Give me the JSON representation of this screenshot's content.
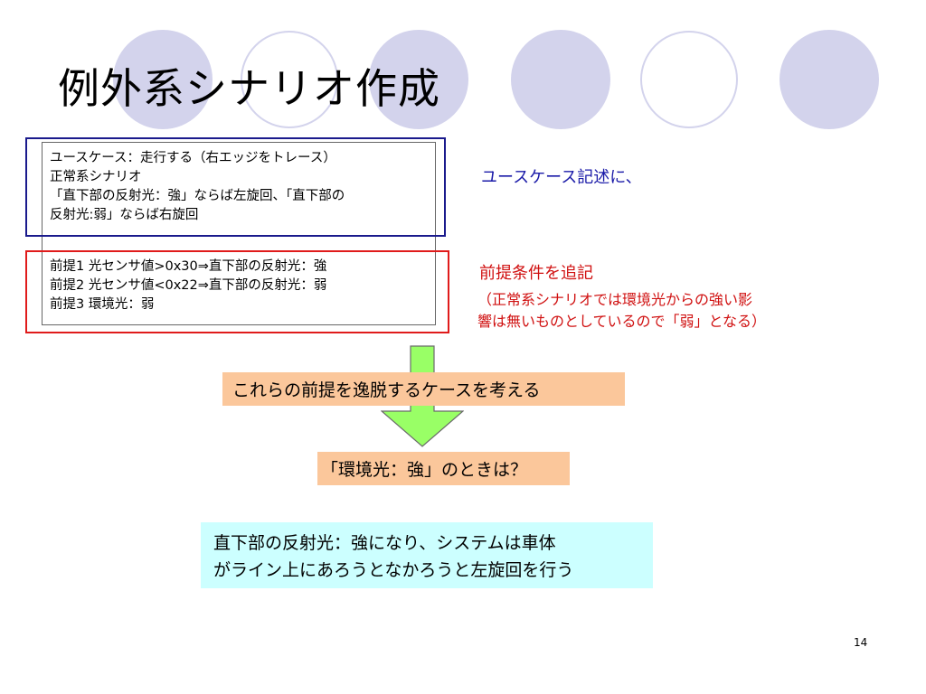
{
  "colors": {
    "circle_fill": "#d3d3ec",
    "blue_frame": "#1a1a8c",
    "red_frame": "#e01b1b",
    "orange_box": "#fbc79b",
    "cyan_box": "#ccffff",
    "arrow_fill": "#99ff66"
  },
  "slide": {
    "title": "例外系シナリオ作成",
    "page_number": "14"
  },
  "usecase_box": {
    "lines": [
      "ユースケース：走行する（右エッジをトレース）",
      "正常系シナリオ",
      "「直下部の反射光：強」ならば左旋回、「直下部の",
      "反射光:弱」ならば右旋回"
    ]
  },
  "premise_box": {
    "lines": [
      "前提1 光センサ値>0x30⇒直下部の反射光：強",
      "前提2 光センサ値<0x22⇒直下部の反射光：弱",
      "前提3 環境光：弱"
    ]
  },
  "side_notes": {
    "blue": "ユースケース記述に、",
    "red_heading": "前提条件を追記",
    "red_note": [
      "（正常系シナリオでは環境光からの強い影",
      "響は無いものとしているので「弱」となる）"
    ]
  },
  "flow": {
    "step1": "これらの前提を逸脱するケースを考える",
    "step2": "「環境光：強」のときは？",
    "result": [
      "直下部の反射光：強になり、システムは車体",
      "がライン上にあろうとなかろうと左旋回を行う"
    ]
  }
}
